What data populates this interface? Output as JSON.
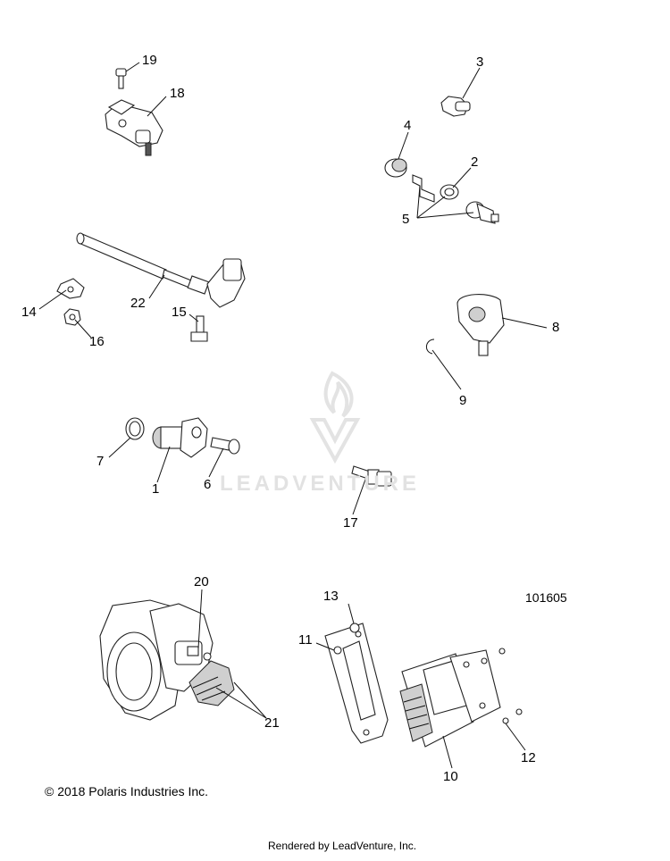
{
  "callouts": [
    "1",
    "2",
    "3",
    "4",
    "5",
    "6",
    "7",
    "8",
    "9",
    "10",
    "11",
    "12",
    "13",
    "14",
    "15",
    "16",
    "17",
    "18",
    "19",
    "20",
    "21",
    "22"
  ],
  "figure_id": "101605",
  "copyright": "© 2018 Polaris Industries Inc.",
  "rendered_by": "Rendered by LeadVenture, Inc.",
  "watermark": {
    "text": "LEADVENTURE",
    "color": "#e2e2e2"
  }
}
